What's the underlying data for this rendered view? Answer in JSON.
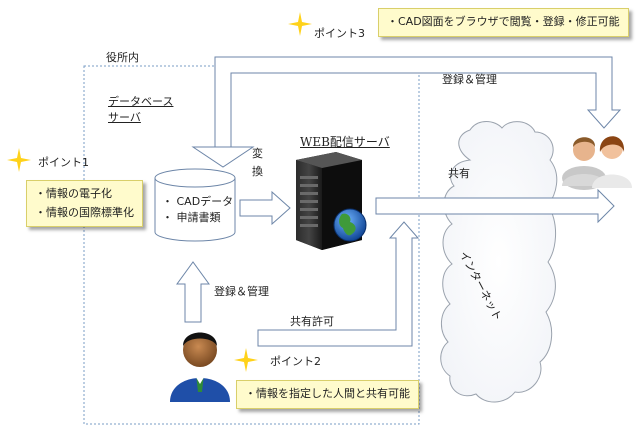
{
  "labels": {
    "office": "役所内",
    "db_server_line1": "データベース",
    "db_server_line2": "サーバ",
    "convert_char1": "変",
    "convert_char2": "換",
    "web_server": "WEB配信サーバ",
    "share_top": "共有",
    "register_manage_top": "登録＆管理",
    "register_manage_bottom": "登録＆管理",
    "share_permission": "共有許可",
    "internet": "インターネット"
  },
  "database": {
    "item1": "・ CADデータ",
    "item2": "・ 申請書類"
  },
  "points": {
    "p1": {
      "title": "ポイント1",
      "lines": [
        "・情報の電子化",
        "・情報の国際標準化"
      ]
    },
    "p2": {
      "title": "ポイント2",
      "lines": [
        "・情報を指定した人間と共有可能"
      ]
    },
    "p3": {
      "title": "ポイント3",
      "lines": [
        "・CAD図面をブラウザで閲覧・登録・修正可能"
      ]
    }
  },
  "colors": {
    "note_fill": "#fffbcc",
    "arrow_fill": "#ffffff",
    "arrow_stroke": "#6d86a8",
    "boundary": "#7a9cc6",
    "star": "#ffd21a"
  }
}
